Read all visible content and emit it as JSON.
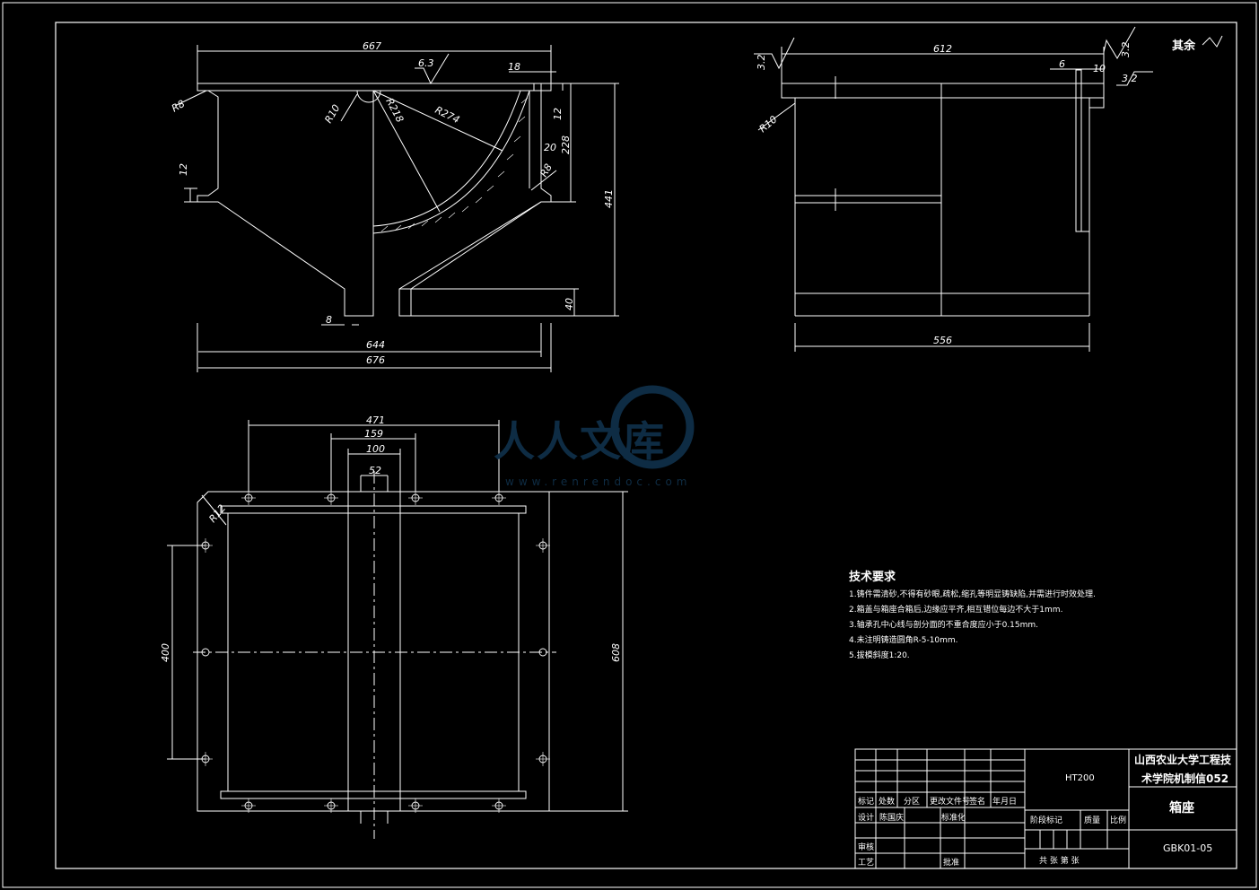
{
  "dimensions": {
    "front": {
      "overall_width_top": "667",
      "roughness_top": "6.3",
      "flange": "18",
      "r8_top": "R8",
      "r10": "R10",
      "r218": "R218",
      "r274": "R274",
      "d12_right": "12",
      "d20": "20",
      "d228": "228",
      "r8_right": "R8",
      "d441": "441",
      "d12_left": "12",
      "d8": "8",
      "d40": "40",
      "d644": "644",
      "d676": "676"
    },
    "side": {
      "width_top": "612",
      "roughness_left": "3.2",
      "roughness_right": "3.2",
      "roughness_right2": "3.2",
      "d6": "6",
      "d10": "10",
      "r10": "R10",
      "width_bottom": "556"
    },
    "top": {
      "d471": "471",
      "d159": "159",
      "d100": "100",
      "d52": "52",
      "r12": "R12",
      "d400": "400",
      "d608": "608"
    }
  },
  "rest_label": "其余",
  "tech": {
    "title": "技术要求",
    "items": [
      "1.铸件需清砂,不得有砂眼,疏松,缩孔等明显铸缺陷,并需进行时效处理.",
      "2.箱盖与箱座合箱后,边缘应平齐,相互错位每边不大于1mm.",
      "3.轴承孔中心线与剖分面的不重合度应小于0.15mm.",
      "4.未注明铸造圆角R-5-10mm.",
      "5.拔模斜度1:20."
    ]
  },
  "titleblock": {
    "material": "HT200",
    "school": [
      "山西农业大学工程技",
      "术学院机制信052"
    ],
    "part_name": "箱座",
    "drawing_no": "GBK01-05",
    "headers": [
      "标记",
      "处数",
      "分区",
      "更改文件号",
      "签名",
      "年月日"
    ],
    "design": "设计",
    "designer": "陈国庆",
    "standard": "标准化",
    "stage": "阶段标记",
    "weight": "质量",
    "scale": "比例",
    "review": "审核",
    "process": "工艺",
    "approve": "批准",
    "sheets": "共  张  第  张"
  },
  "watermark": {
    "text": "人人文库",
    "url": "www.renrendoc.com"
  }
}
